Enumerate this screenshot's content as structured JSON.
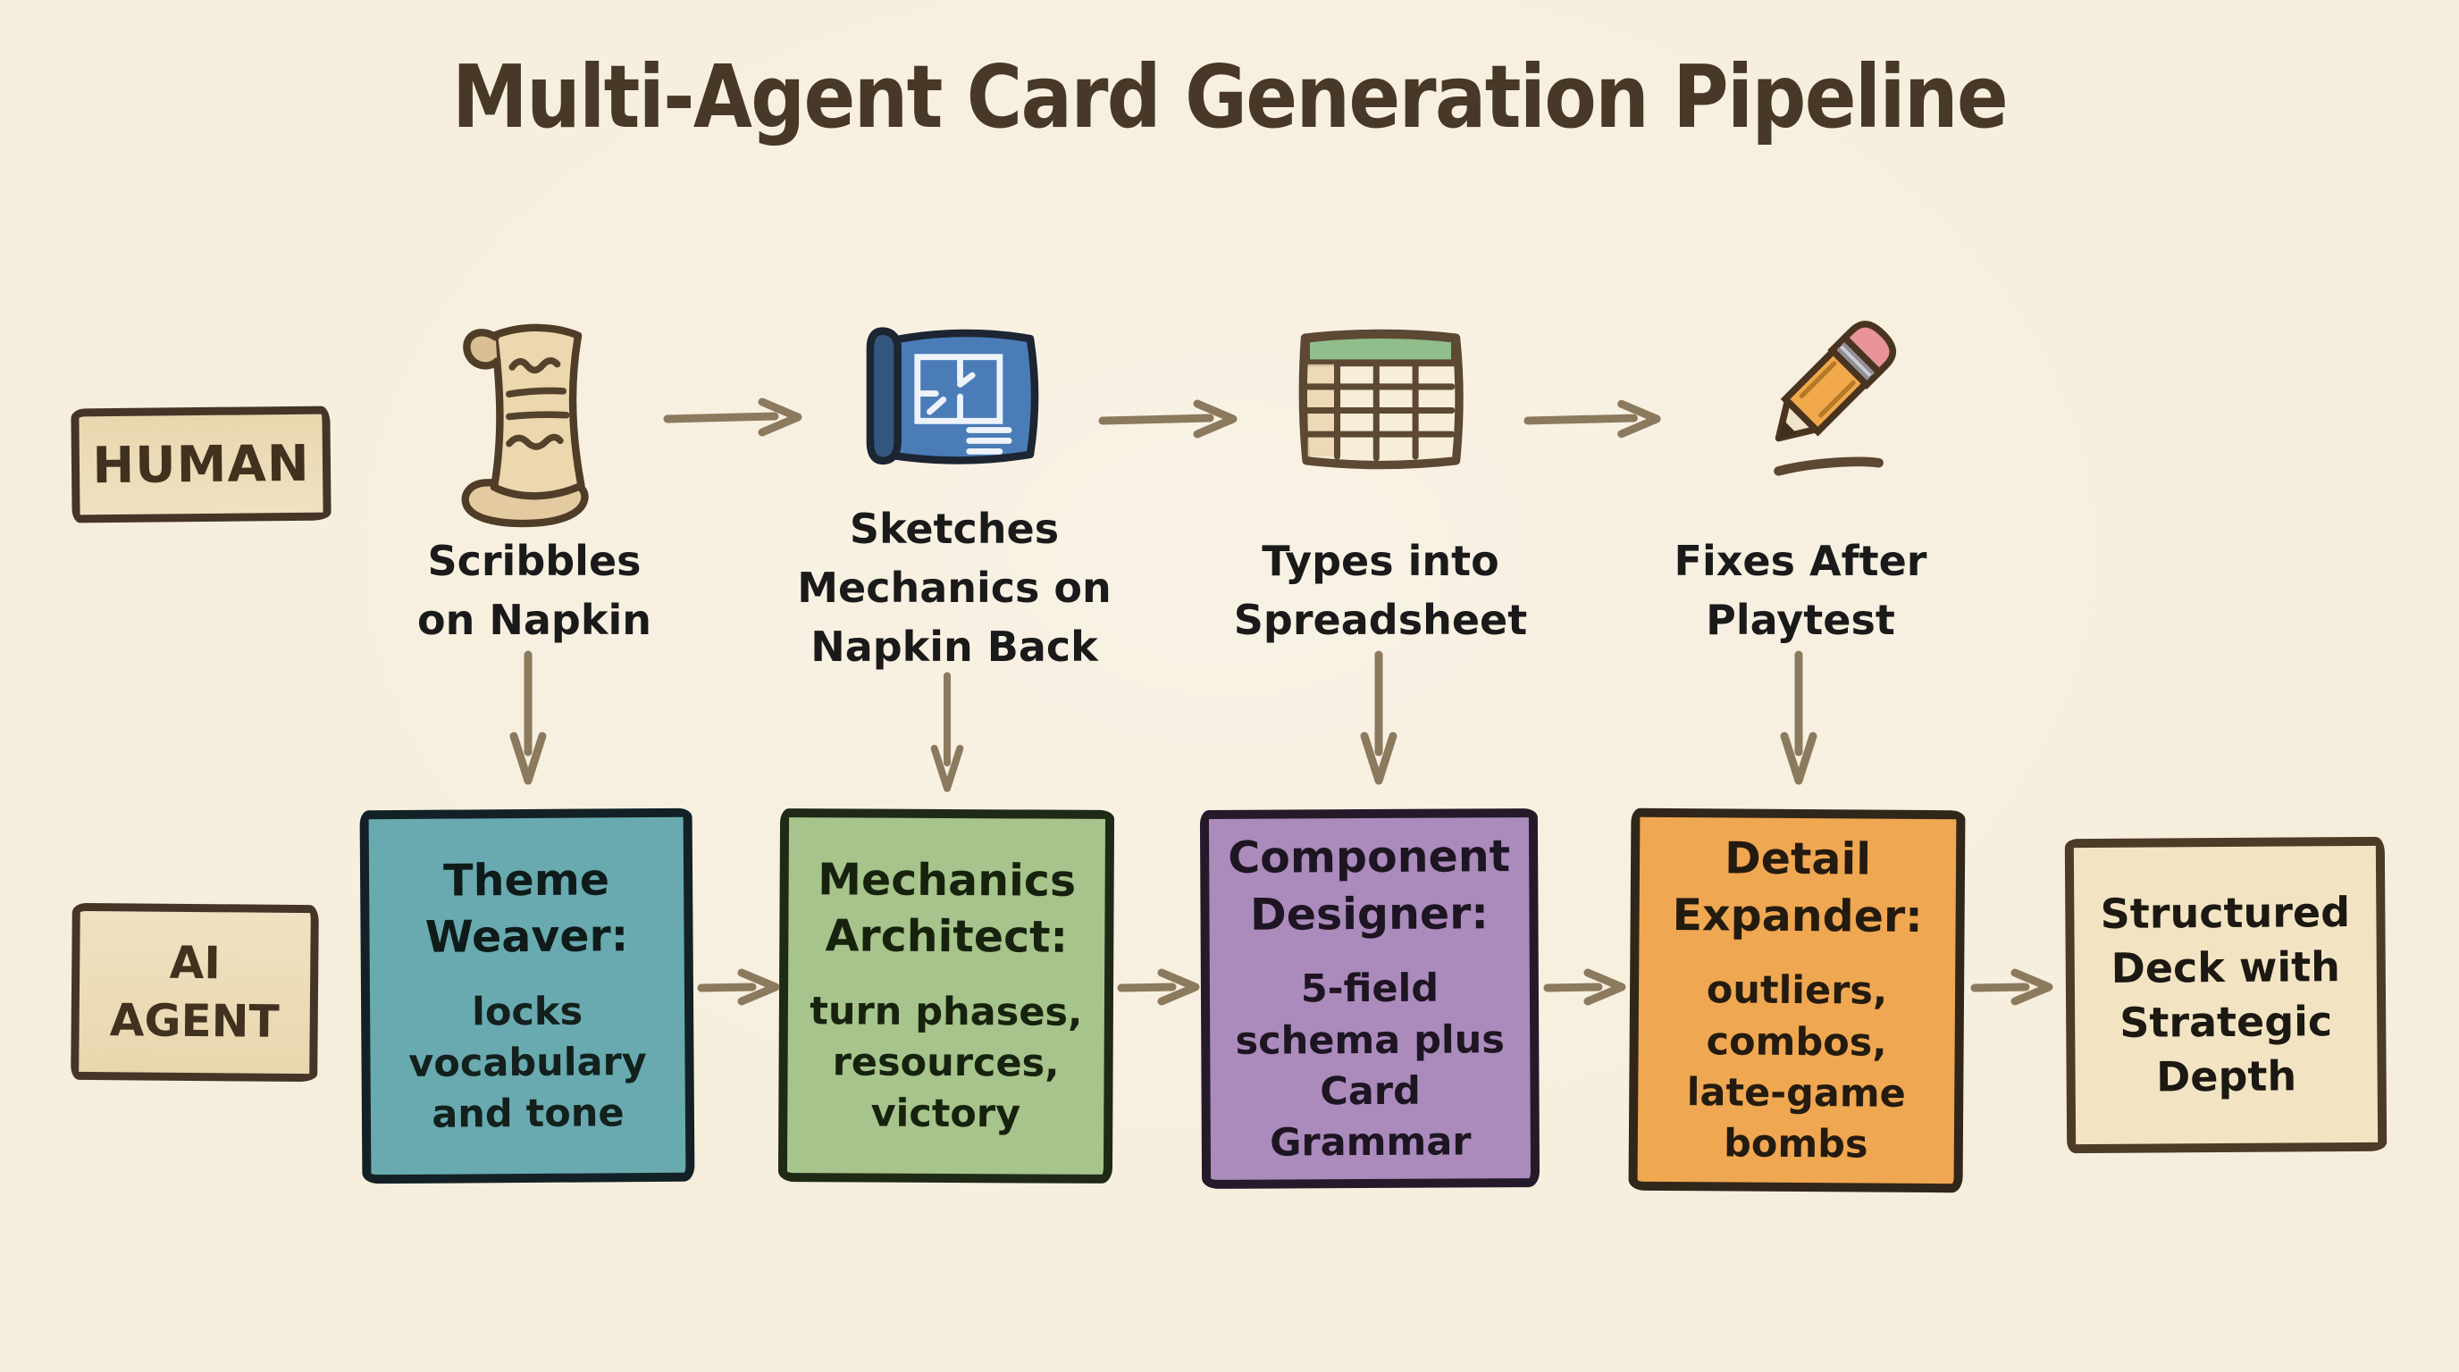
{
  "title": "Multi-Agent Card Generation Pipeline",
  "human_row": {
    "label": "HUMAN",
    "steps": [
      {
        "icon": "napkin-scroll-icon",
        "label": "Scribbles\non Napkin"
      },
      {
        "icon": "blueprint-icon",
        "label": "Sketches\nMechanics on\nNapkin Back"
      },
      {
        "icon": "spreadsheet-icon",
        "label": "Types into\nSpreadsheet"
      },
      {
        "icon": "pencil-icon",
        "label": "Fixes After\nPlaytest"
      }
    ]
  },
  "ai_row": {
    "label": "AI\nAGENT",
    "agents": [
      {
        "name": "Theme\nWeaver:",
        "desc": "locks\nvocabulary\nand tone",
        "fill": "#68aab0"
      },
      {
        "name": "Mechanics\nArchitect:",
        "desc": "turn phases,\nresources,\nvictory",
        "fill": "#a6c48b"
      },
      {
        "name": "Component\nDesigner:",
        "desc": "5-field\nschema plus\nCard\nGrammar",
        "fill": "#ab8abc"
      },
      {
        "name": "Detail\nExpander:",
        "desc": "outliers,\ncombos,\nlate-game\nbombs",
        "fill": "#f0a751"
      }
    ],
    "output": {
      "label": "Structured\nDeck with\nStrategic\nDepth",
      "fill": "#f2e4c3"
    }
  },
  "colors": {
    "background": "#f6eedc",
    "title_text": "#483828",
    "label_tag_fill": "#eddfbd",
    "label_tag_border": "#453526",
    "arrow": "#8b7a5e",
    "step_label_text": "#1a1a1a",
    "teal_box": "#68aab0",
    "green_box": "#a6c48b",
    "purple_box": "#ab8abc",
    "orange_box": "#f0a751",
    "output_box_fill": "#f2e4c3",
    "blueprint_blue": "#4a7cb8",
    "spreadsheet_header_green": "#90bd8c",
    "pencil_orange": "#f1a94c",
    "eraser_pink": "#e9939b"
  }
}
